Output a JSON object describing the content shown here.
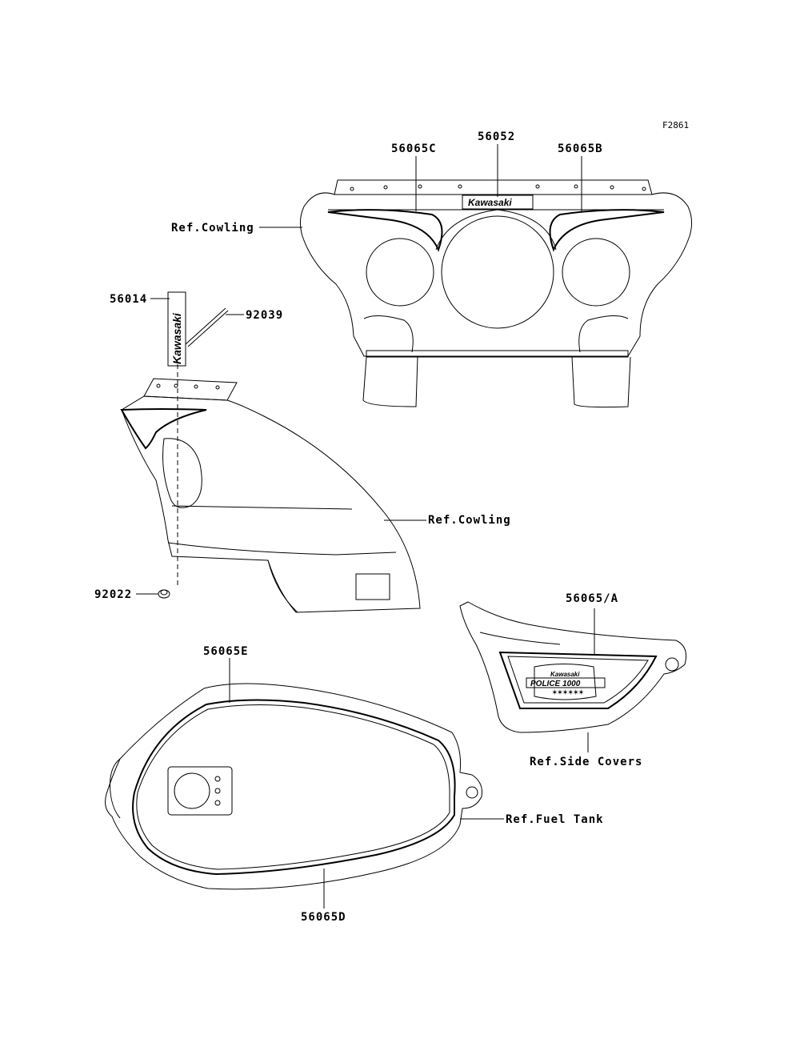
{
  "figure_id": "F2861",
  "labels": {
    "p56065C": "56065C",
    "p56052": "56052",
    "p56065B": "56065B",
    "ref_cowling_top": "Ref.Cowling",
    "p56014": "56014",
    "p92039": "92039",
    "ref_cowling_side": "Ref.Cowling",
    "p92022": "92022",
    "p56065A": "56065/A",
    "ref_side_covers": "Ref.Side Covers",
    "p56065E": "56065E",
    "ref_fuel_tank": "Ref.Fuel Tank",
    "p56065D": "56065D"
  },
  "decal_text": {
    "kawasaki": "Kawasaki",
    "police": "POLICE 1000"
  }
}
